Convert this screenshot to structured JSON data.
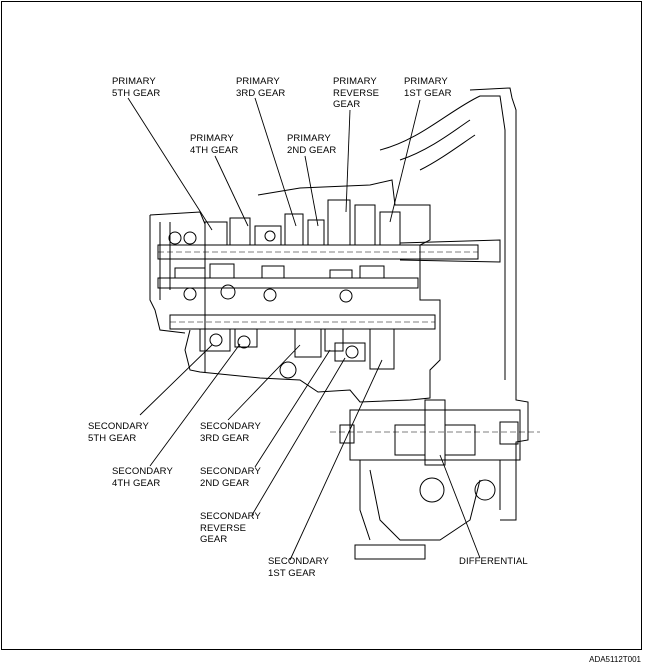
{
  "labels": {
    "primary_5th": "PRIMARY\n5TH GEAR",
    "primary_3rd": "PRIMARY\n3RD GEAR",
    "primary_reverse": "PRIMARY\nREVERSE\nGEAR",
    "primary_1st": "PRIMARY\n1ST GEAR",
    "primary_4th": "PRIMARY\n4TH GEAR",
    "primary_2nd": "PRIMARY\n2ND GEAR",
    "secondary_5th": "SECONDARY\n5TH GEAR",
    "secondary_4th": "SECONDARY\n4TH GEAR",
    "secondary_3rd": "SECONDARY\n3RD GEAR",
    "secondary_2nd": "SECONDARY\n2ND GEAR",
    "secondary_reverse": "SECONDARY\nREVERSE\nGEAR",
    "secondary_1st": "SECONDARY\n1ST GEAR",
    "differential": "DIFFERENTIAL"
  },
  "figure_code": "ADA5112T001"
}
